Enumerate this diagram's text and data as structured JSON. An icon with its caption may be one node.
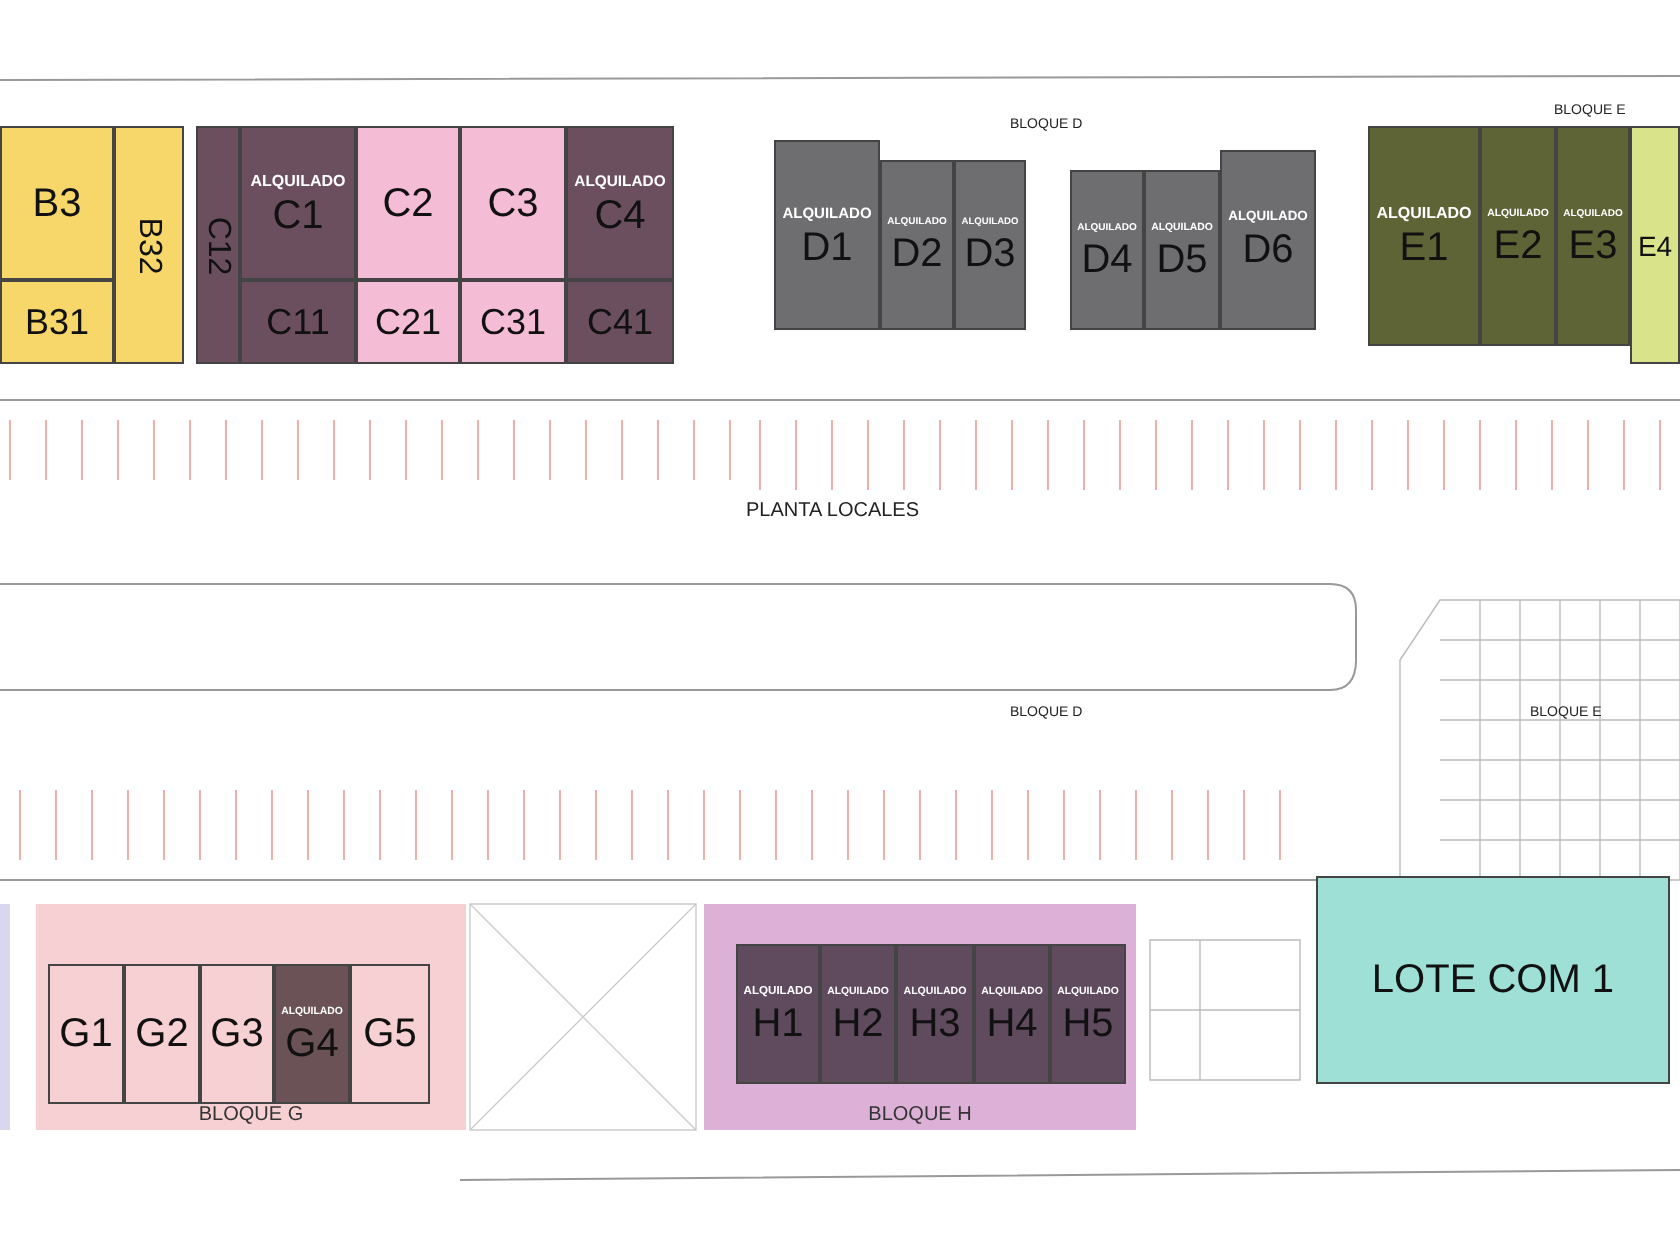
{
  "diagram": {
    "nodes": [
      {
        "text": [
          "B3"
        ]
      },
      {
        "text": [
          "B32"
        ]
      },
      {
        "text": [
          "C12"
        ]
      },
      {
        "text": [
          "ALQUILADO",
          "C1"
        ]
      },
      {
        "text": [
          "C2"
        ]
      },
      {
        "text": [
          "C3"
        ]
      },
      {
        "text": [
          "ALQUILADO",
          "C4"
        ]
      },
      {
        "text": [
          "ALQUILADO",
          "D1"
        ]
      },
      {
        "text": [
          "ALQUILADO",
          "D2"
        ]
      },
      {
        "text": [
          "ALQUILADO",
          "D3"
        ]
      },
      {
        "text": [
          "ALQUILADO",
          "D4"
        ]
      },
      {
        "text": [
          "ALQUILADO",
          "D5"
        ]
      },
      {
        "text": [
          "ALQUILADO",
          "D6"
        ]
      },
      {
        "text": [
          "ALQUILADO",
          "E1"
        ]
      },
      {
        "text": [
          "ALQUILADO",
          "E2"
        ]
      },
      {
        "text": [
          "ALQUILADO",
          "E3"
        ]
      },
      {
        "text": [
          "E4"
        ]
      },
      {
        "text": [
          "B31"
        ]
      },
      {
        "text": [
          "C11"
        ]
      },
      {
        "text": [
          "C21"
        ]
      },
      {
        "text": [
          "C31"
        ]
      },
      {
        "text": [
          "C41"
        ]
      },
      {
        "text": [
          "BLOQUE G"
        ]
      },
      {
        "text": [
          "G1"
        ],
        "in": 22
      },
      {
        "text": [
          "G2"
        ],
        "in": 22
      },
      {
        "text": [
          "G3"
        ],
        "in": 22
      },
      {
        "text": [
          "ALQUILADO",
          "G4"
        ],
        "in": 22
      },
      {
        "text": [
          "G5"
        ],
        "in": 22
      },
      {
        "text": [
          "BLOQUE H"
        ]
      },
      {
        "text": [
          "ALQUILADO",
          "H1"
        ],
        "in": 28
      },
      {
        "text": [
          "ALQUILADO",
          "H2"
        ],
        "in": 28
      },
      {
        "text": [
          "ALQUILADO",
          "H3"
        ],
        "in": 28
      },
      {
        "text": [
          "ALQUILADO",
          "H4"
        ],
        "in": 28
      },
      {
        "text": [
          "ALQUILADO",
          "H5"
        ],
        "in": 28
      },
      {
        "text": [
          "LOTE COM 1"
        ]
      }
    ],
    "labels": [
      "BLOQUE D",
      "BLOQUE E",
      "PLANTA LOCALES",
      "BLOQUE D",
      "BLOQUE E"
    ]
  }
}
